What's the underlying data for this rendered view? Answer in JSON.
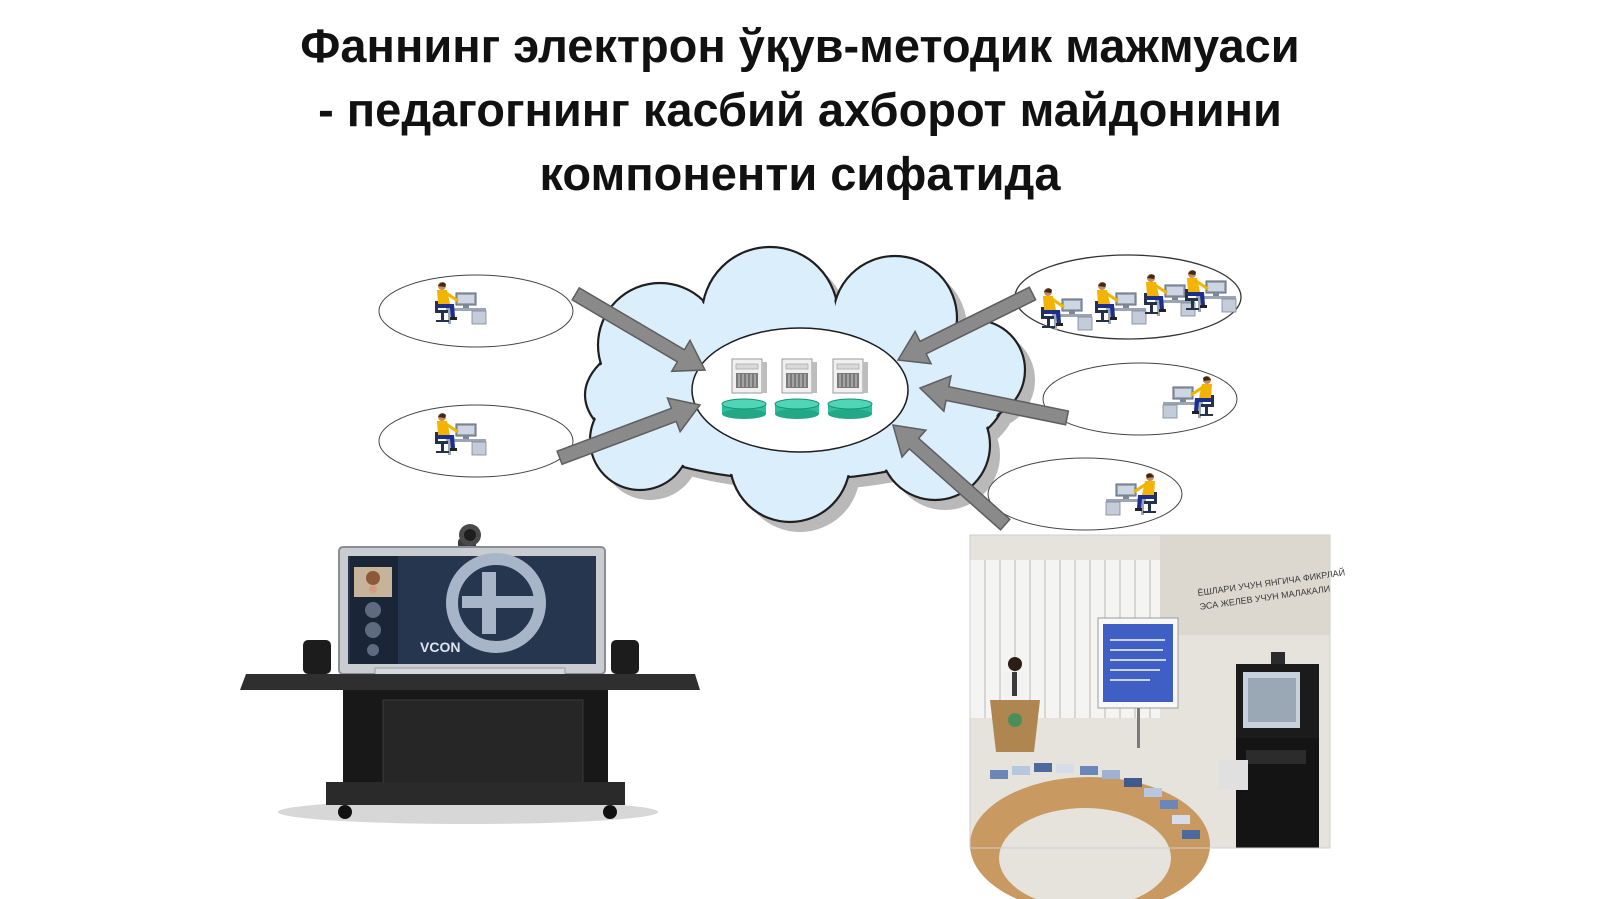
{
  "slide": {
    "title_lines": [
      "Фаннинг электрон ўқув-методик мажмуаси",
      "- педагогнинг касбий ахборот майдонини",
      "компоненти сифатида"
    ]
  },
  "diagram": {
    "central_node": {
      "icons": [
        "server-icon",
        "server-icon",
        "server-icon",
        "database-icon",
        "database-icon",
        "database-icon"
      ]
    },
    "workstation_nodes": [
      {
        "position": "left-top",
        "workstations": 1
      },
      {
        "position": "left-bottom",
        "workstations": 1
      },
      {
        "position": "right-top",
        "workstations": 4
      },
      {
        "position": "right-middle",
        "workstations": 1
      },
      {
        "position": "right-bottom",
        "workstations": 1
      }
    ],
    "connection_direction": "into-center"
  },
  "photos": {
    "videoconference_screen_text": "VCON",
    "classroom_banner_text": [
      "ЁШЛАРИ УЧУН ЯНГИЧА ФИКРЛАЙ",
      "ЭСА ЖЕЛЕВ УЧУН МАЛАКАЛИ"
    ]
  },
  "colors": {
    "cloud_fill": "#dbeefb",
    "arrow_fill": "#8a8a8a",
    "database_fill": "#2bbf9e",
    "person_shirt": "#f2b400",
    "person_pants": "#1c2f8c"
  }
}
